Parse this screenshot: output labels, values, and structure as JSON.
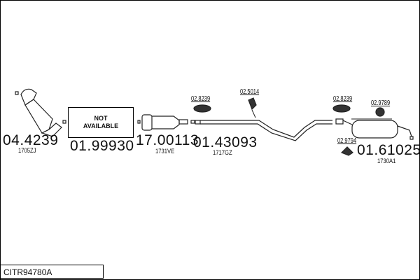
{
  "reference": "CITR94780A",
  "not_available": {
    "line1": "NOT",
    "line2": "AVAILABLE"
  },
  "parts": [
    {
      "number": "04.4239",
      "oe": "1705ZJ"
    },
    {
      "number": "01.99930"
    },
    {
      "number": "17.00113",
      "oe": "1731VE"
    },
    {
      "number": "01.43093",
      "oe": "1717GZ"
    },
    {
      "number": "01.61025",
      "oe": "1730A1"
    }
  ],
  "accessories": [
    "02.8239",
    "02.5014",
    "02.8239",
    "02.9789",
    "02.9794"
  ]
}
